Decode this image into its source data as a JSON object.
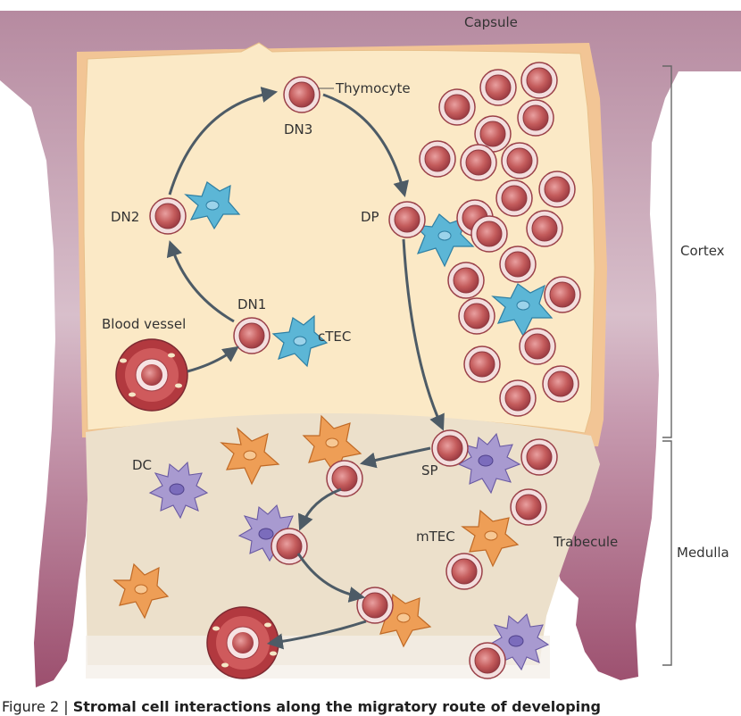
{
  "labels": {
    "capsule": "Capsule",
    "thymocyte": "Thymocyte",
    "dn3": "DN3",
    "dn2": "DN2",
    "dp": "DP",
    "dn1": "DN1",
    "blood_vessel": "Blood vessel",
    "ctec": "cTEC",
    "cortex": "Cortex",
    "dc": "DC",
    "sp": "SP",
    "mtec": "mTEC",
    "trabecule": "Trabecule",
    "medulla": "Medulla"
  },
  "caption": {
    "prefix": "Figure 2 | ",
    "title": "Stromal cell interactions along the migratory route of developing"
  },
  "colors": {
    "capsule": "#a97a91",
    "cortex": "#fbe9c6",
    "medulla": "#ece0cb",
    "rim": "#f2c595",
    "thymocyte": "#c45c5c",
    "ctec": "#5cb6d6",
    "mtec": "#ee9e56",
    "dc": "#a89ad0",
    "arrow": "#4d5b66"
  }
}
